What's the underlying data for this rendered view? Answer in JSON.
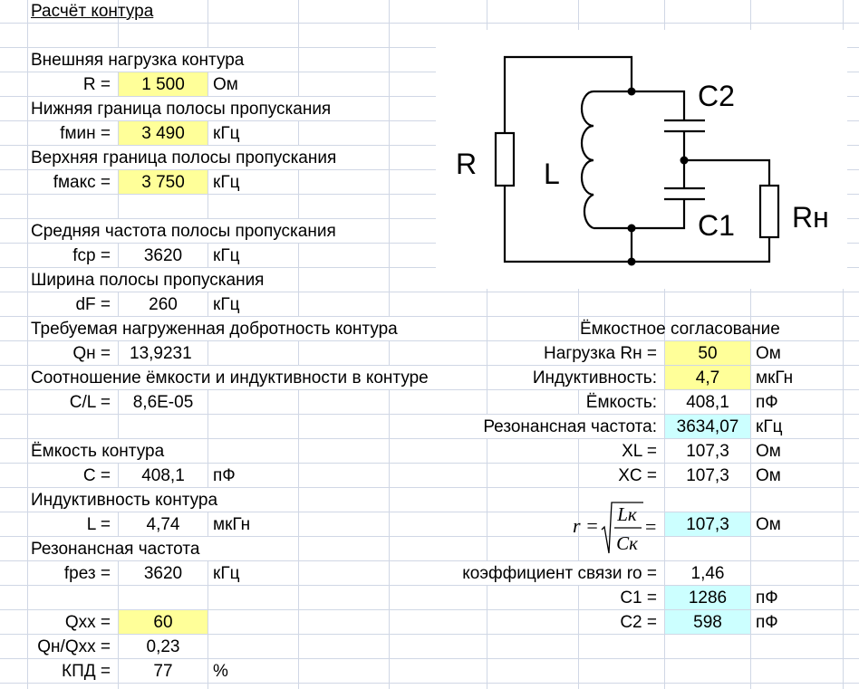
{
  "title": "Расчёт контура",
  "left": {
    "ext_load_label": "Внешняя нагрузка контура",
    "R": {
      "key": "R =",
      "value": "1 500",
      "unit": "Ом"
    },
    "fmin_label": "Нижняя граница полосы пропускания",
    "fmin": {
      "key": "fмин =",
      "value": "3 490",
      "unit": "кГц"
    },
    "fmax_label": "Верхняя граница полосы пропускания",
    "fmax": {
      "key": "fмакс =",
      "value": "3 750",
      "unit": "кГц"
    },
    "fcp_label": "Средняя частота полосы пропускания",
    "fcp": {
      "key": "fср =",
      "value": "3620",
      "unit": "кГц"
    },
    "df_label": "Ширина полосы пропускания",
    "df": {
      "key": "dF =",
      "value": "260",
      "unit": "кГц"
    },
    "qn_label": "Требуемая нагруженная добротность контура",
    "qn": {
      "key": "Qн =",
      "value": "13,9231"
    },
    "cl_label": "Соотношение ёмкости и индуктивности в контуре",
    "cl": {
      "key": "C/L =",
      "value": "8,6E-05"
    },
    "c_label": "Ёмкость контура",
    "c": {
      "key": "C =",
      "value": "408,1",
      "unit": "пФ"
    },
    "l_label": "Индуктивность контура",
    "l": {
      "key": "L =",
      "value": "4,74",
      "unit": "мкГн"
    },
    "fres_label": "Резонансная частота",
    "fres": {
      "key": "fрез =",
      "value": "3620",
      "unit": "кГц"
    },
    "qxx": {
      "key": "Qxx =",
      "value": "60"
    },
    "qnqxx": {
      "key": "Qн/Qxx =",
      "value": "0,23"
    },
    "kpd": {
      "key": "КПД =",
      "value": "77",
      "unit": "%"
    }
  },
  "right": {
    "heading": "Ёмкостное согласование",
    "rn": {
      "key": "Нагрузка Rн =",
      "value": "50",
      "unit": "Ом"
    },
    "ind": {
      "key": "Индуктивность:",
      "value": "4,7",
      "unit": "мкГн"
    },
    "cap": {
      "key": "Ёмкость:",
      "value": "408,1",
      "unit": "пФ"
    },
    "fres": {
      "key": "Резонансная частота:",
      "value": "3634,07",
      "unit": "кГц"
    },
    "xl": {
      "key": "XL =",
      "value": "107,3",
      "unit": "Ом"
    },
    "xc": {
      "key": "XC =",
      "value": "107,3",
      "unit": "Ом"
    },
    "r": {
      "formula_lhs": "r =",
      "num": "Lк",
      "den": "Cк",
      "eq": "=",
      "value": "107,3",
      "unit": "Ом"
    },
    "ro": {
      "key": "коэффициент связи ro =",
      "value": "1,46"
    },
    "c1": {
      "key": "C1 =",
      "value": "1286",
      "unit": "пФ"
    },
    "c2": {
      "key": "C2 =",
      "value": "598",
      "unit": "пФ"
    }
  },
  "circuit": {
    "labels": {
      "R": "R",
      "L": "L",
      "C1": "C1",
      "C2": "C2",
      "Rn": "Rн"
    }
  },
  "colors": {
    "input": "#ffff99",
    "result": "#ccffff",
    "grid": "#d0d7e5"
  }
}
